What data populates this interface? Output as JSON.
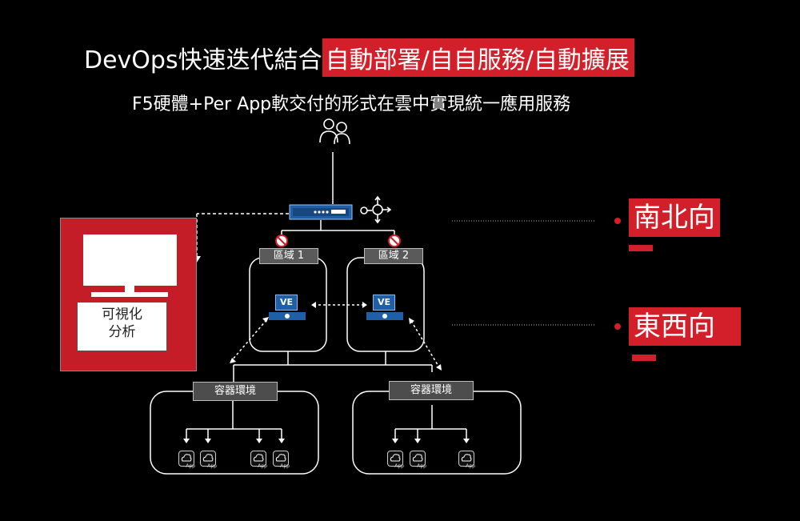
{
  "title": {
    "plain": "DevOps快速迭代結合",
    "highlight": "自動部署/自自服務/自動擴展"
  },
  "subtitle": "F5硬體+Per App軟交付的形式在雲中實現統一應用服務",
  "panel": {
    "label_line1": "可視化",
    "label_line2": "分析"
  },
  "zones": [
    "區域 1",
    "區域 2"
  ],
  "ve_label": "VE",
  "container_env": [
    "容器環境",
    "容器環境"
  ],
  "app_label": "App",
  "tags": {
    "north_south": "南北向",
    "east_west": "東西向"
  },
  "icons": {
    "users": "users-icon",
    "device": "hardware-load-balancer-icon",
    "network": "network-arrows-icon",
    "blocked": "blocked-icon",
    "monitor": "monitor-icon",
    "app": "app-cloud-icon"
  },
  "colors": {
    "accent_red": "#d31f2a",
    "ve_blue": "#1f5fa8",
    "background": "#000000"
  }
}
